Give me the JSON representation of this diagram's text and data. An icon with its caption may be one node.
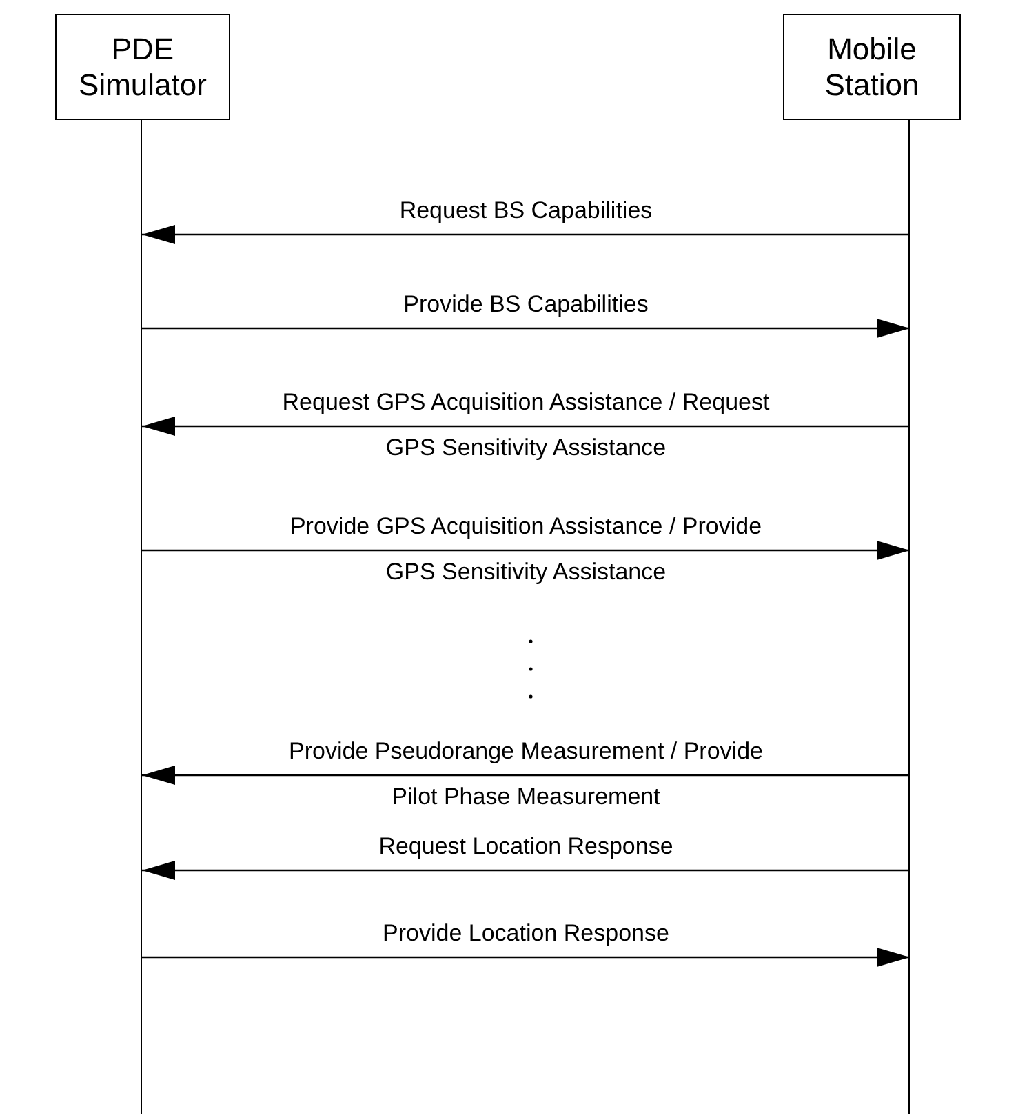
{
  "diagram": {
    "nodes": [
      {
        "text": [
          "PDE Simulator"
        ]
      },
      {
        "text": [
          "Mobile Station"
        ]
      },
      {
        "text": [],
        "shape": "line"
      },
      {
        "text": [],
        "shape": "line"
      }
    ],
    "edges": [
      {
        "from": 3,
        "to": 2,
        "arrow": "to",
        "label": "Request BS Capabilities"
      },
      {
        "from": 2,
        "to": 3,
        "arrow": "to",
        "label": "Provide BS Capabilities"
      },
      {
        "from": 3,
        "to": 2,
        "arrow": "to",
        "label": "Request GPS Acquisition Assistance / Request GPS Sensitivity Assistance"
      },
      {
        "from": 2,
        "to": 3,
        "arrow": "to",
        "label": "Provide GPS Acquisition Assistance / Provide GPS Sensitivity Assistance"
      },
      {
        "from": 3,
        "to": 2,
        "arrow": "to",
        "label": "Provide Pseudorange Measurement / Provide Pilot Phase Measurement"
      },
      {
        "from": 3,
        "to": 2,
        "arrow": "to",
        "label": "Request Location Response"
      },
      {
        "from": 2,
        "to": 3,
        "arrow": "to",
        "label": "Provide Location Response"
      }
    ]
  }
}
